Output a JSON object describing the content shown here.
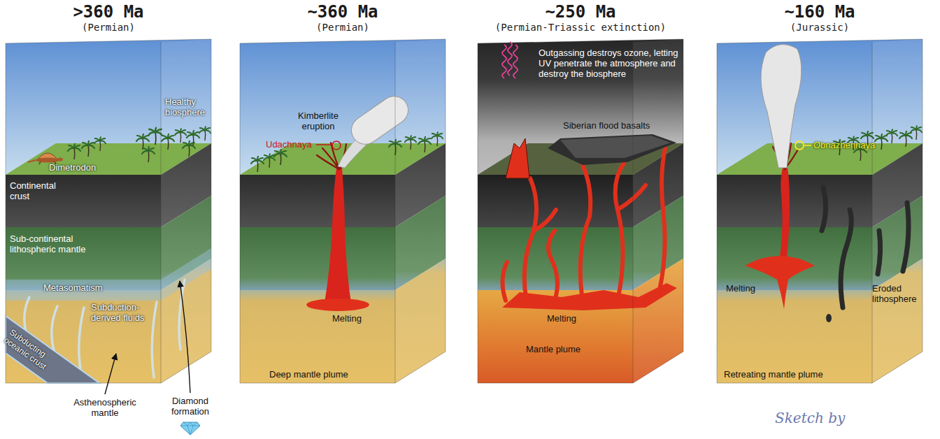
{
  "diagram": {
    "nodes": [
      {
        "text": [
          ">360 Ma",
          "(Permian)"
        ]
      },
      {
        "text": [
          "~360 Ma",
          "(Permian)"
        ]
      },
      {
        "text": [
          "~250 Ma",
          "(Permian-Triassic extinction)"
        ]
      },
      {
        "text": [
          "~160 Ma",
          "(Jurassic)"
        ]
      }
    ],
    "labels": [
      "Healthy biosphere",
      "Dimetrodon",
      "Continental crust",
      "Sub-continental lithospheric mantle",
      "Metasomatism",
      "Subduction-derived fluids",
      "Subducting oceanic crust",
      "Asthenospheric mantle",
      "Diamond formation",
      "Kimberlite eruption",
      "Udachnaya",
      "Melting",
      "Deep mantle plume",
      "Outgassing destroys ozone, letting UV penetrate the atmosphere and destroy the biosphere",
      "Siberian flood basalts",
      "Melting",
      "Mantle plume",
      "Obnazhennaya",
      "Melting",
      "Eroded lithosphere",
      "Retreating mantle plume",
      "Sketch by"
    ]
  }
}
